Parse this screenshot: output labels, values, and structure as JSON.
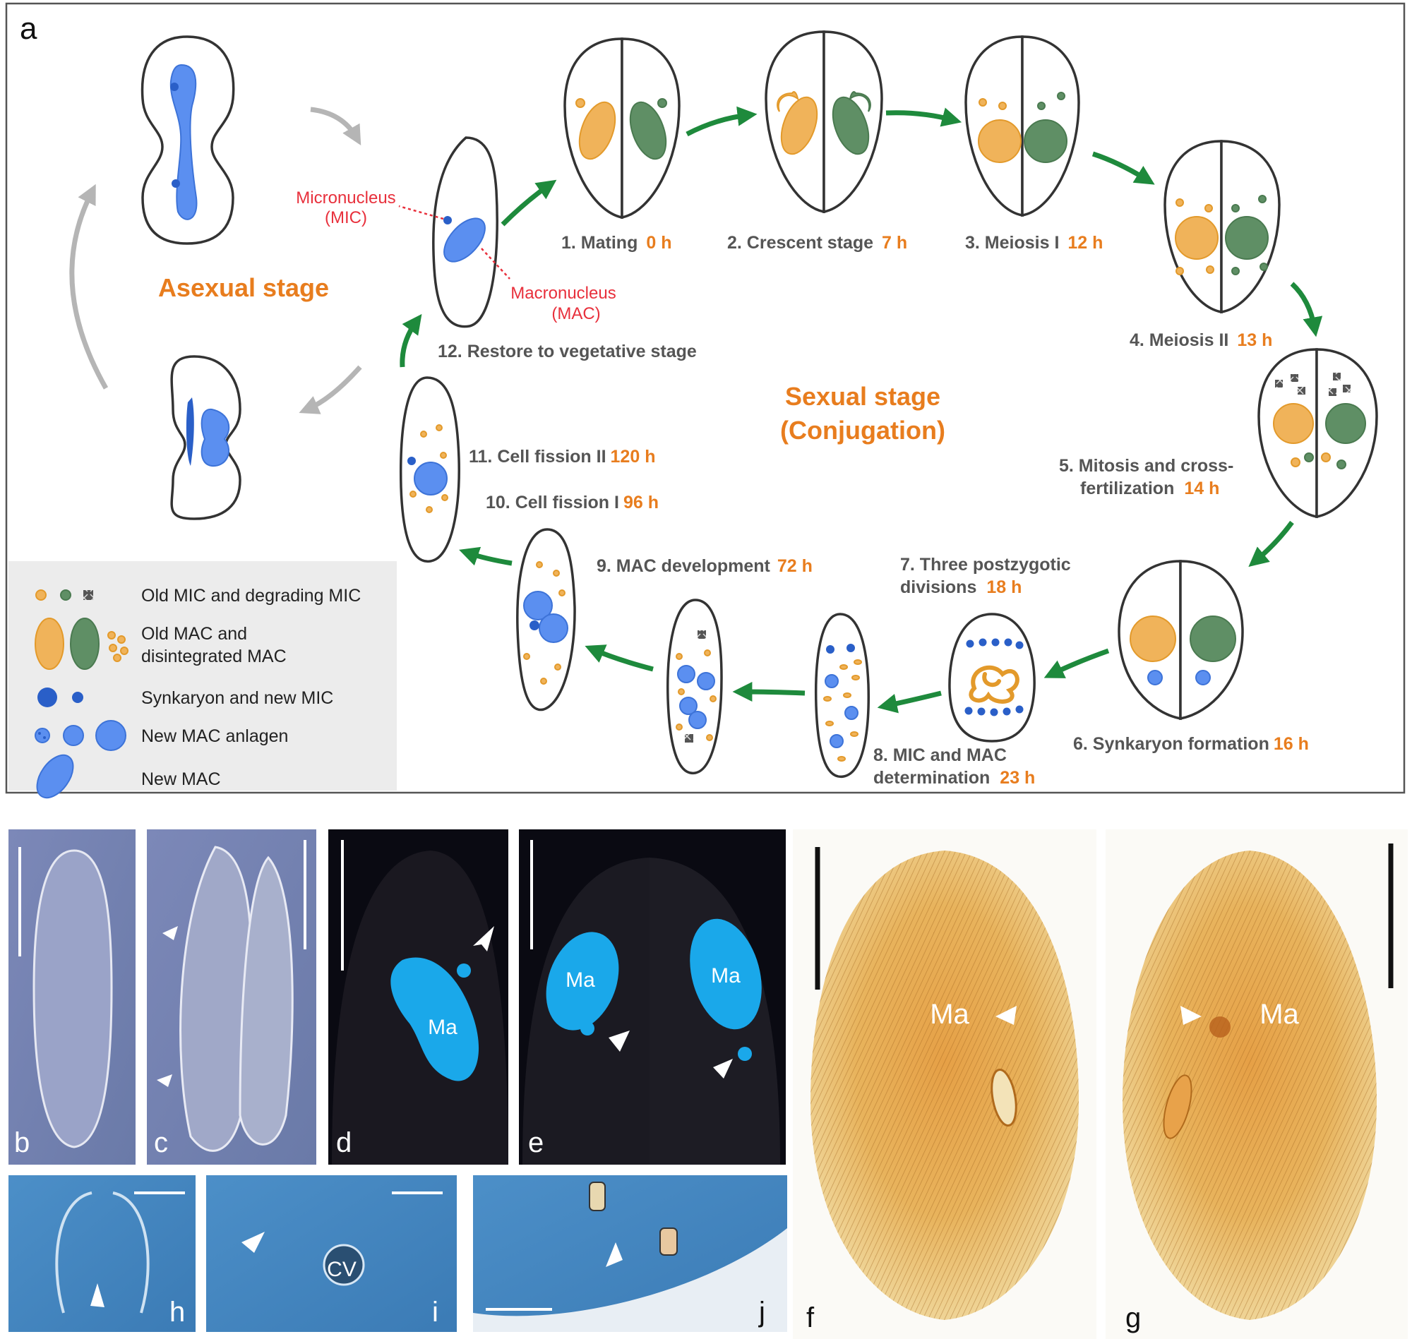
{
  "panel_labels": {
    "a": "a",
    "b": "b",
    "c": "c",
    "d": "d",
    "e": "e",
    "f": "f",
    "g": "g",
    "h": "h",
    "i": "i",
    "j": "j"
  },
  "diagram": {
    "asexual_label": "Asexual stage",
    "sexual_label_1": "Sexual stage",
    "sexual_label_2": "(Conjugation)",
    "mic_label_1": "Micronucleus",
    "mic_label_2": "(MIC)",
    "mac_label_1": "Macronucleus",
    "mac_label_2": "(MAC)",
    "steps": [
      {
        "label": "1. Mating",
        "time": "0 h"
      },
      {
        "label": "2. Crescent stage",
        "time": "7 h"
      },
      {
        "label": "3. Meiosis I",
        "time": "12 h"
      },
      {
        "label": "4. Meiosis II",
        "time": "13 h"
      },
      {
        "label": "5. Mitosis and cross-",
        "label2": "fertilization",
        "time": "14 h"
      },
      {
        "label": "6. Synkaryon formation",
        "time": "16 h"
      },
      {
        "label": "7. Three postzygotic",
        "label2": "divisions",
        "time": "18 h"
      },
      {
        "label": "8. MIC and MAC",
        "label2": "determination",
        "time": "23 h"
      },
      {
        "label": "9. MAC development",
        "time": "72 h"
      },
      {
        "label": "10. Cell fission I",
        "time": "96 h"
      },
      {
        "label": "11. Cell fission II",
        "time": "120 h"
      },
      {
        "label": "12. Restore to vegetative stage",
        "time": ""
      }
    ]
  },
  "legend": [
    {
      "text": "Old MIC and degrading MIC"
    },
    {
      "text": "Old MAC and",
      "text2": "disintegrated MAC"
    },
    {
      "text": "Synkaryon and new MIC"
    },
    {
      "text": "New MAC anlagen"
    },
    {
      "text": "New MAC"
    }
  ],
  "micrograph_labels": {
    "d_ma": "Ma",
    "e_ma_left": "Ma",
    "e_ma_right": "Ma",
    "f_ma": "Ma",
    "g_ma": "Ma",
    "i_cv": "CV"
  },
  "colors": {
    "old_nucleus_orange": "#f0b35a",
    "old_nucleus_green": "#5f8f65",
    "new_nucleus_blue": "#5b8ff0",
    "arrow_green": "#1e8a3c",
    "stage_orange": "#e87d1e",
    "pointer_red": "#e8303c"
  }
}
